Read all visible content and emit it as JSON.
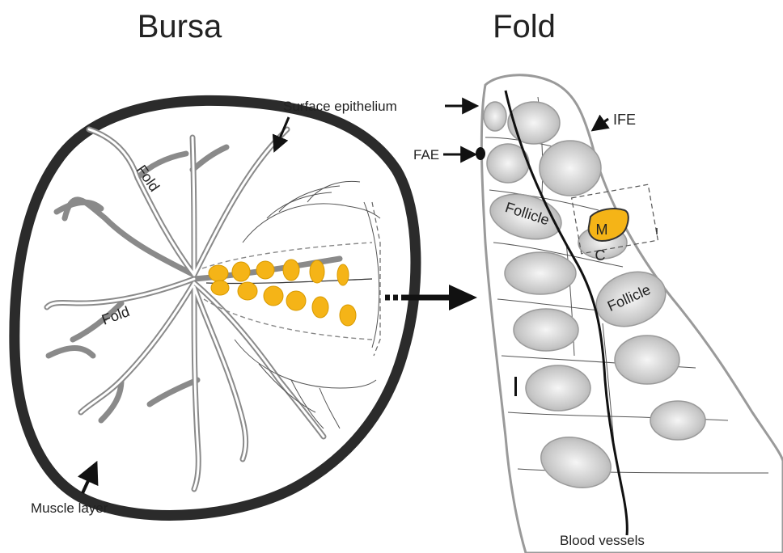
{
  "titles": {
    "left": "Bursa",
    "right": "Fold"
  },
  "labels": {
    "surface_epithelium": "Surface epithelium",
    "fold_upper": "Fold",
    "fold_lower": "Fold",
    "muscle_layer": "Muscle layer",
    "ife": "IFE",
    "fae": "FAE",
    "follicle_upper": "Follicle",
    "follicle_lower": "Follicle",
    "medulla": "M",
    "cortex": "C",
    "blood_vessels": "Blood vessels"
  },
  "colors": {
    "muscle_layer": "#2b2b2b",
    "fold_outline": "#8a8a8a",
    "medulla_fill": "#f5b417",
    "follicle_grey": "#bdbdbd",
    "text": "#222222"
  }
}
